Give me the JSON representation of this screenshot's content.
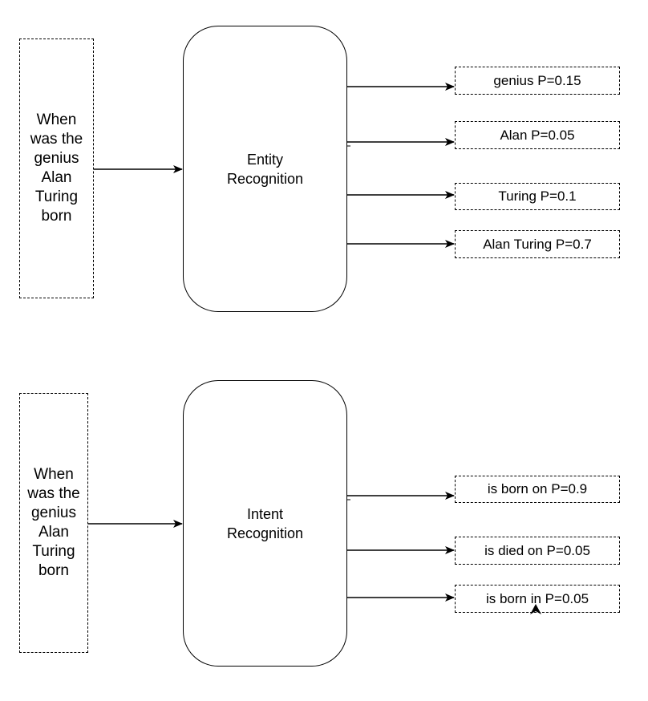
{
  "top": {
    "input_text": "When\nwas the\ngenius\nAlan\nTuring\nborn",
    "process_label": "Entity\nRecognition",
    "outputs": [
      {
        "label": "genius P=0.15"
      },
      {
        "label": "Alan P=0.05"
      },
      {
        "label": "Turing P=0.1"
      },
      {
        "label": "Alan Turing P=0.7"
      }
    ]
  },
  "bottom": {
    "input_text": "When\nwas the\ngenius\nAlan\nTuring\nborn",
    "process_label": "Intent\nRecognition",
    "outputs": [
      {
        "label": "is born on P=0.9"
      },
      {
        "label": "is died on P=0.05"
      },
      {
        "label": "is born in P=0.05"
      }
    ]
  }
}
